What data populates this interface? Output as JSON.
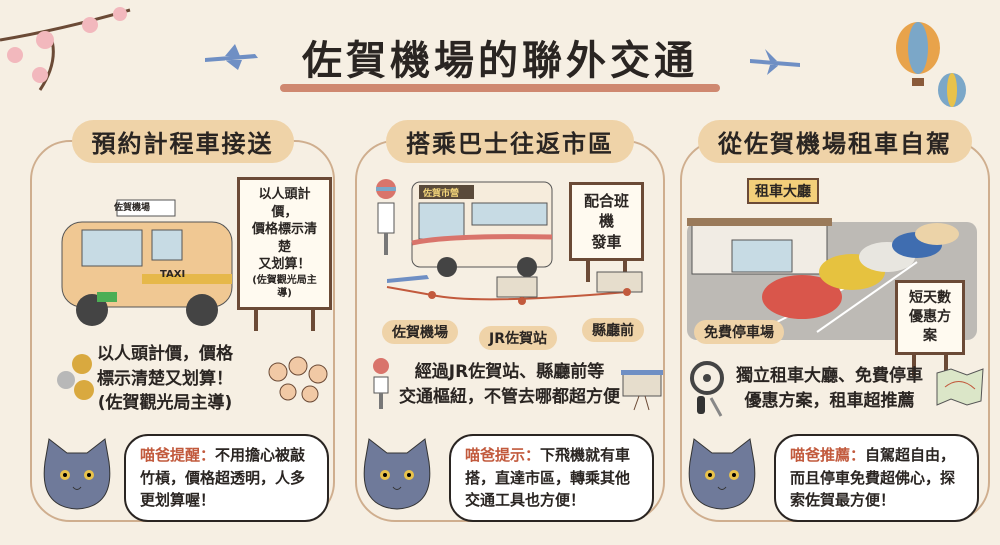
{
  "title": "佐賀機場的聯外交通",
  "colors": {
    "accent": "#c25a3d",
    "pill": "#efd3a8",
    "border": "#cfae8e",
    "background": "#f6efe3"
  },
  "sections": [
    {
      "heading": "預約計程車接送",
      "roof_sign": "佐賀機場",
      "taxi_label": "TAXI",
      "sign_lines": [
        "以人頭計價，",
        "價格標示清楚",
        "又划算！",
        "(佐賀觀光局主導)"
      ],
      "desc_lines": [
        "以人頭計價，價格",
        "標示清楚又划算！",
        "(佐賀觀光局主導)"
      ],
      "tip_key": "喵爸提醒：",
      "tip_text": "不用擔心被敲竹槓，價格超透明，人多更划算喔！"
    },
    {
      "heading": "搭乘巴士往返市區",
      "bus_sign": "佐賀市營",
      "sign_lines": [
        "配合班機",
        "發車"
      ],
      "stops": [
        "佐賀機場",
        "JR佐賀站",
        "縣廳前"
      ],
      "desc_lines": [
        "經過JR佐賀站、縣廳前等",
        "交通樞紐，不管去哪都超方便"
      ],
      "tip_key": "喵爸提示：",
      "tip_text": "下飛機就有車搭，直達市區，轉乘其他交通工具也方便！"
    },
    {
      "heading": "從佐賀機場租車自駕",
      "building_sign": "租車大廳",
      "parking_label": "免費停車場",
      "sign_lines": [
        "短天數",
        "優惠方案"
      ],
      "desc_lines": [
        "獨立租車大廳、免費停車",
        "優惠方案，租車超推薦"
      ],
      "tip_key": "喵爸推薦：",
      "tip_text": "自駕超自由，而且停車免費超佛心，探索佐賀最方便！"
    }
  ]
}
